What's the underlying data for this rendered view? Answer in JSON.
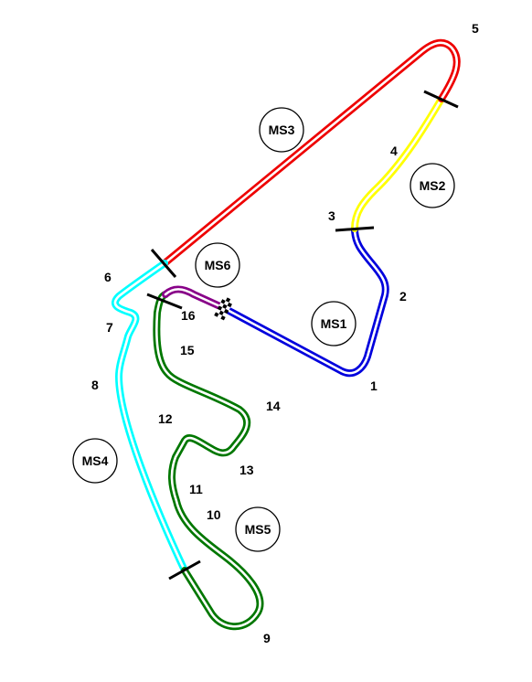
{
  "diagram": {
    "sectors": [
      {
        "id": "MS1",
        "label": "MS1",
        "color": "#0000dd"
      },
      {
        "id": "MS2",
        "label": "MS2",
        "color": "#ffff00"
      },
      {
        "id": "MS3",
        "label": "MS3",
        "color": "#ee0000"
      },
      {
        "id": "MS4",
        "label": "MS4",
        "color": "#00ffff"
      },
      {
        "id": "MS5",
        "label": "MS5",
        "color": "#007700"
      },
      {
        "id": "MS6",
        "label": "MS6",
        "color": "#880088"
      }
    ],
    "turns": [
      "1",
      "2",
      "3",
      "4",
      "5",
      "6",
      "7",
      "8",
      "9",
      "10",
      "11",
      "12",
      "13",
      "14",
      "15",
      "16"
    ]
  }
}
